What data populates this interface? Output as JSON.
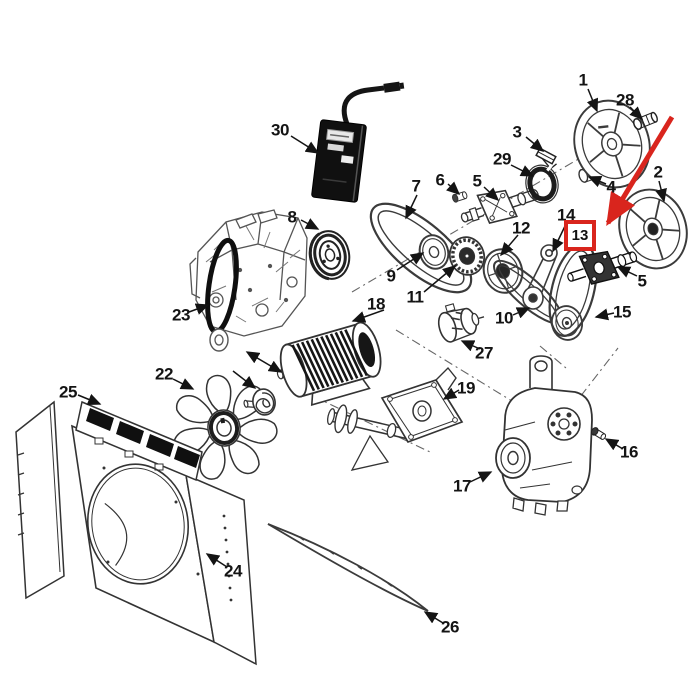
{
  "diagram": {
    "kind": "exploded-parts-diagram",
    "colors": {
      "highlight_red": "#d9251d",
      "line_dark": "#3b3b3b"
    }
  },
  "highlight": {
    "number": "13"
  },
  "callouts": [
    {
      "number": "1"
    },
    {
      "number": "2"
    },
    {
      "number": "3"
    },
    {
      "number": "4"
    },
    {
      "number": "5"
    },
    {
      "number": "5"
    },
    {
      "number": "6"
    },
    {
      "number": "7"
    },
    {
      "number": "8"
    },
    {
      "number": "9"
    },
    {
      "number": "10"
    },
    {
      "number": "11"
    },
    {
      "number": "12"
    },
    {
      "number": "14"
    },
    {
      "number": "15"
    },
    {
      "number": "16"
    },
    {
      "number": "17"
    },
    {
      "number": "18"
    },
    {
      "number": "19"
    },
    {
      "number": "22"
    },
    {
      "number": "23"
    },
    {
      "number": "24"
    },
    {
      "number": "25"
    },
    {
      "number": "26"
    },
    {
      "number": "27"
    },
    {
      "number": "28"
    },
    {
      "number": "29"
    },
    {
      "number": "30"
    }
  ]
}
